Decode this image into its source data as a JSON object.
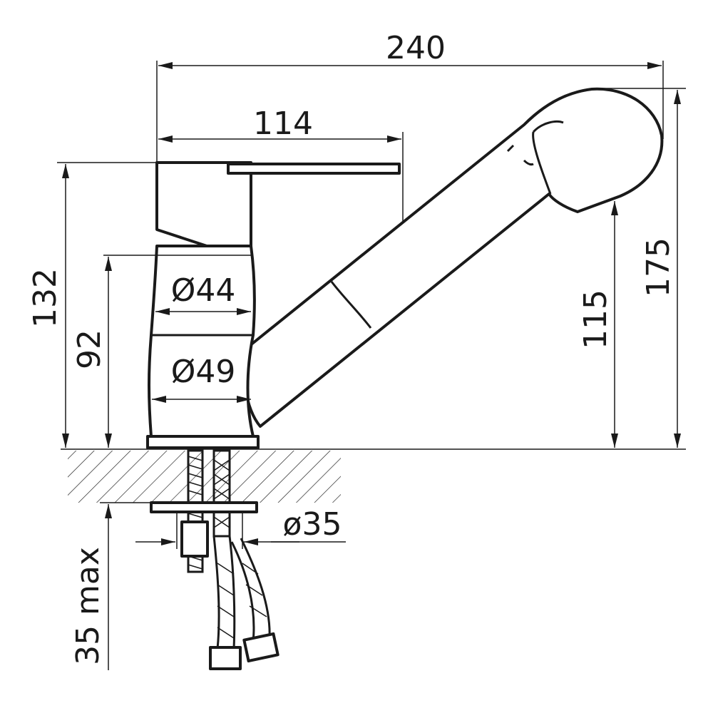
{
  "title": "Faucet dimension drawing",
  "dimensions": {
    "total_length": "240",
    "lever_length": "114",
    "total_height_body": "132",
    "body_height": "92",
    "upper_diameter": "Ø44",
    "lower_diameter": "Ø49",
    "spout_height": "115",
    "total_height": "175",
    "hole_diameter": "ø35",
    "max_counter_thickness": "35 max"
  },
  "colors": {
    "line": "#1a1a1a",
    "background": "#ffffff"
  }
}
